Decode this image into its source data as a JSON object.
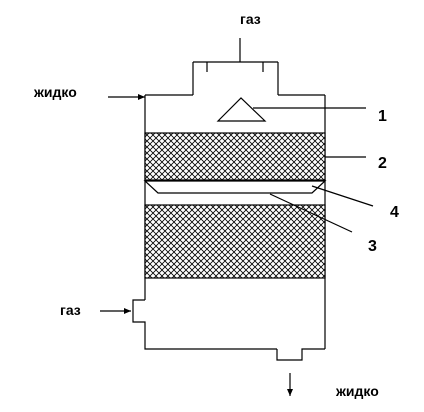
{
  "labels": {
    "gas_top": "газ",
    "liquid_in": "жидко",
    "gas_in": "газ",
    "liquid_out": "жидко"
  },
  "callouts": {
    "n1": "1",
    "n2": "2",
    "n3": "3",
    "n4": "4"
  },
  "colors": {
    "line": "#000000",
    "packing_fill": "#c8c8c8",
    "background": "#ffffff"
  }
}
